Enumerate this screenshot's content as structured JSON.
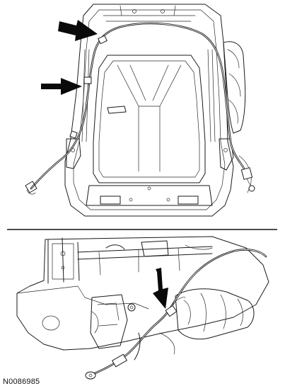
{
  "figure": {
    "reference_code": "N0086985",
    "panels": [
      {
        "id": "top",
        "callout_arrows": 2
      },
      {
        "id": "bottom",
        "callout_arrows": 1
      }
    ]
  }
}
